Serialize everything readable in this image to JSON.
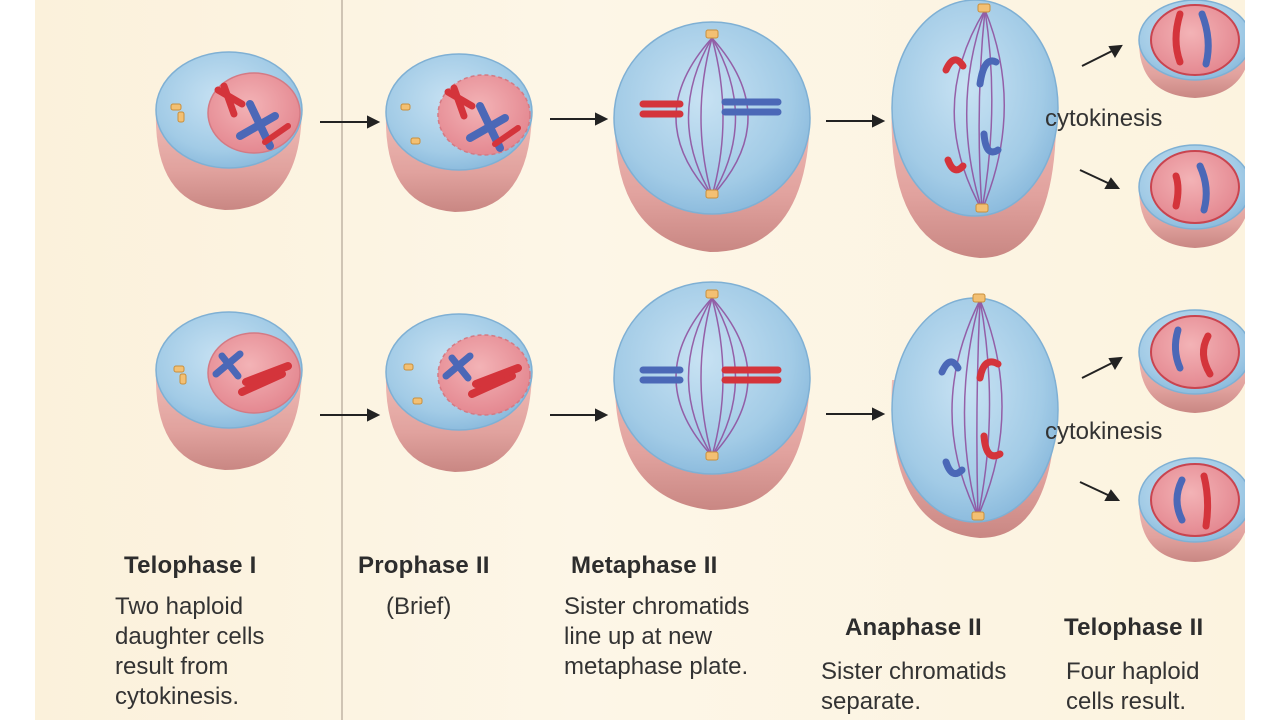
{
  "stages": [
    {
      "title": "Telophase I",
      "description": [
        "Two haploid",
        "daughter cells",
        "result from",
        "cytokinesis."
      ]
    },
    {
      "title": "Prophase II",
      "description": [
        "(Brief)"
      ]
    },
    {
      "title": "Metaphase II",
      "description": [
        "Sister chromatids",
        "line up at new",
        "metaphase plate."
      ]
    },
    {
      "title": "Anaphase II",
      "description": [
        "Sister chromatids",
        "separate."
      ]
    },
    {
      "title": "Telophase II",
      "description": [
        "Four haploid",
        "cells result."
      ]
    }
  ],
  "cytokinesis_labels": [
    "cytokinesis",
    "cytokinesis"
  ],
  "colors": {
    "background": "#fcf3df",
    "cytoplasm": "#a9cfe8",
    "cell_membrane": "#e3a2a0",
    "nucleus": "#e98e96",
    "spindle": "#8e4b9c",
    "centrosome": "#f3c073",
    "maternal_chromosome": "#d4343b",
    "paternal_chromosome": "#4b68b7",
    "arrow": "#222222"
  }
}
